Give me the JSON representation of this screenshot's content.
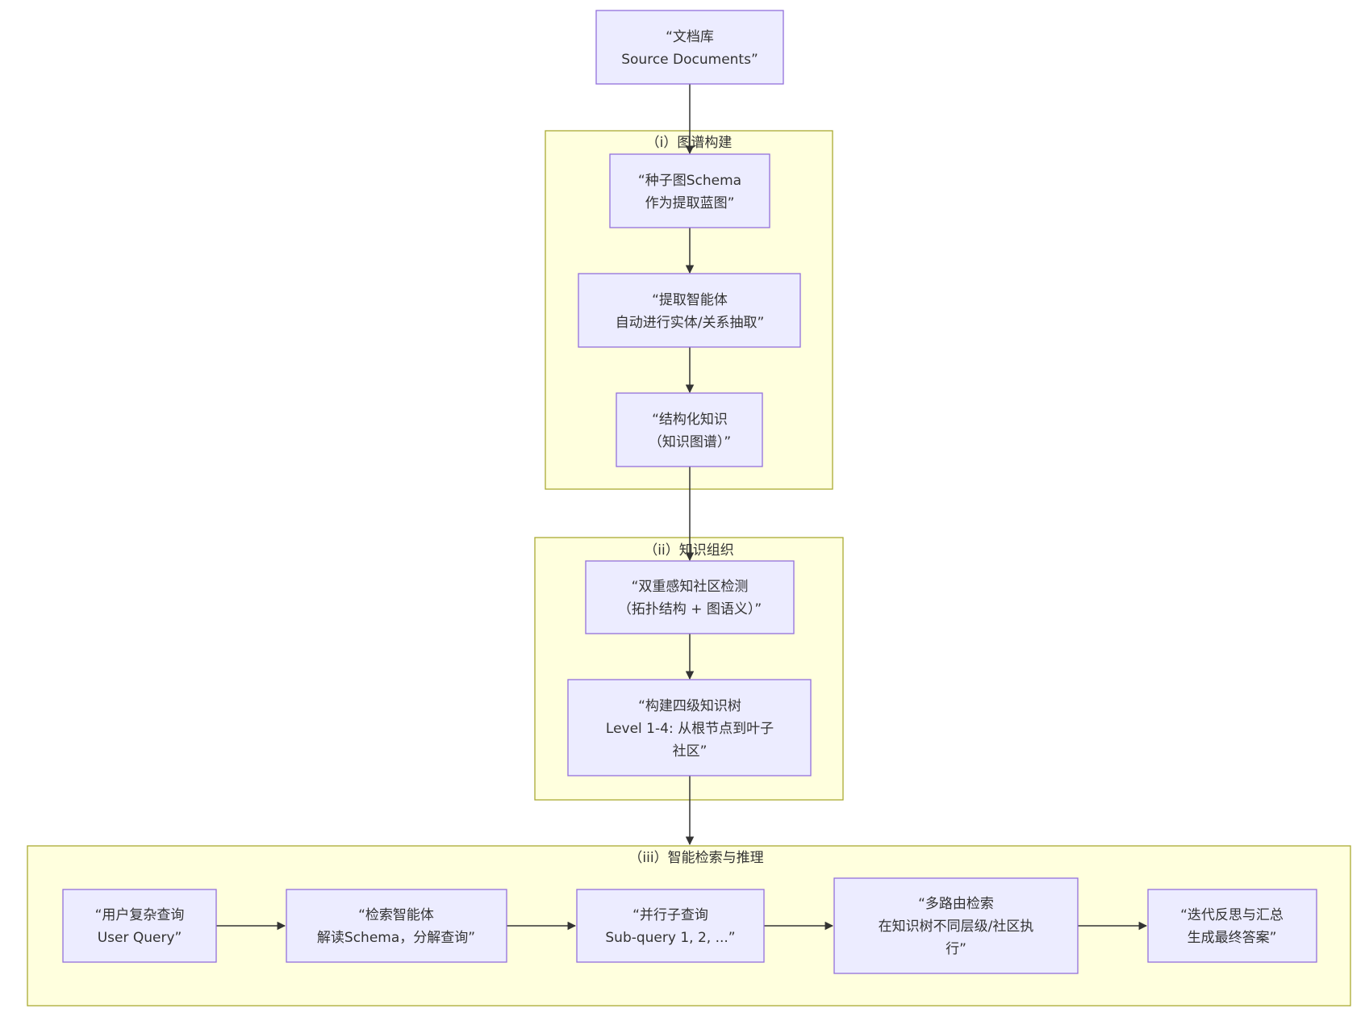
{
  "diagram": {
    "nodes": {
      "source": [
        "“文档库",
        "Source Documents”"
      ],
      "seed_schema": [
        "“种子图Schema",
        "作为提取蓝图”"
      ],
      "extract_agent": [
        "“提取智能体",
        "自动进行实体/关系抽取”"
      ],
      "structured_kg": [
        "“结构化知识",
        "（知识图谱）”"
      ],
      "community_detect": [
        "“双重感知社区检测",
        "（拓扑结构 + 图语义）”"
      ],
      "tree_build": [
        "“构建四级知识树",
        "Level 1-4: 从根节点到叶子",
        "社区”"
      ],
      "user_query": [
        "“用户复杂查询",
        "User Query”"
      ],
      "retrieval_agent": [
        "“检索智能体",
        "解读Schema，分解查询”"
      ],
      "parallel_sub": [
        "“并行子查询",
        "Sub-query 1, 2, ...”"
      ],
      "multi_route": [
        "“多路由检索",
        "在知识树不同层级/社区执",
        "行”"
      ],
      "iterative": [
        "“迭代反思与汇总",
        "生成最终答案”"
      ]
    },
    "clusters": {
      "graph_construction": "（i）图谱构建",
      "knowledge_org": "（ii）知识组织",
      "retrieval_reasoning": "（iii）智能检索与推理"
    },
    "colors": {
      "node_fill": "#ececff",
      "node_stroke": "#9370db",
      "cluster_fill": "#ffffde",
      "cluster_stroke": "#aaaa33",
      "edge": "#333333",
      "text": "#333333"
    }
  }
}
